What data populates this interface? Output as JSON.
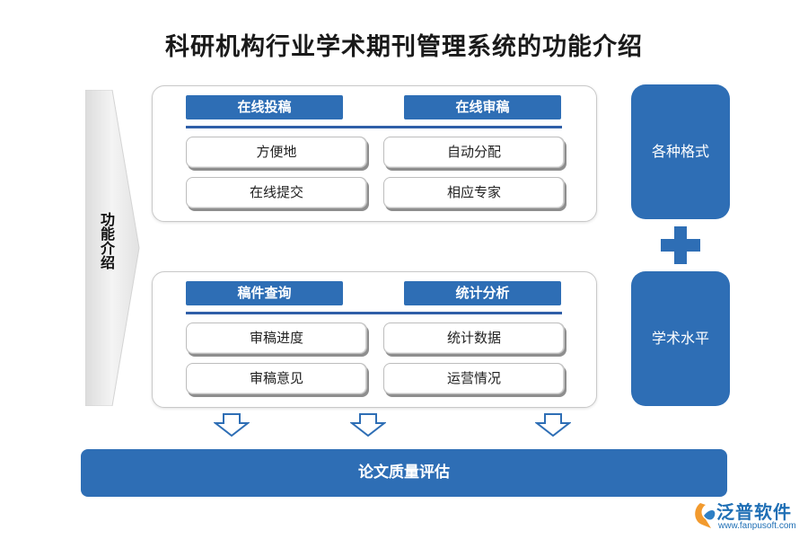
{
  "title": "科研机构行业学术期刊管理系统的功能介绍",
  "side_label": "功能介绍",
  "top_panel": {
    "left_header": "在线投稿",
    "right_header": "在线审稿",
    "cells": [
      "方便地",
      "自动分配",
      "在线提交",
      "相应专家"
    ]
  },
  "bottom_panel": {
    "left_header": "稿件查询",
    "right_header": "统计分析",
    "cells": [
      "审稿进度",
      "统计数据",
      "审稿意见",
      "运营情况"
    ]
  },
  "right_boxes": [
    "各种格式",
    "学术水平"
  ],
  "bottom_bar": "论文质量评估",
  "logo": {
    "name": "泛普软件",
    "url": "www.fanpusoft.com"
  },
  "colors": {
    "primary": "#2e6eb5",
    "rule": "#2f5fa8",
    "arrow_gray": "#e6e6e6"
  },
  "icons": [
    "plus-icon",
    "down-arrow-icon",
    "chevron-arrow-icon",
    "logo-icon"
  ]
}
